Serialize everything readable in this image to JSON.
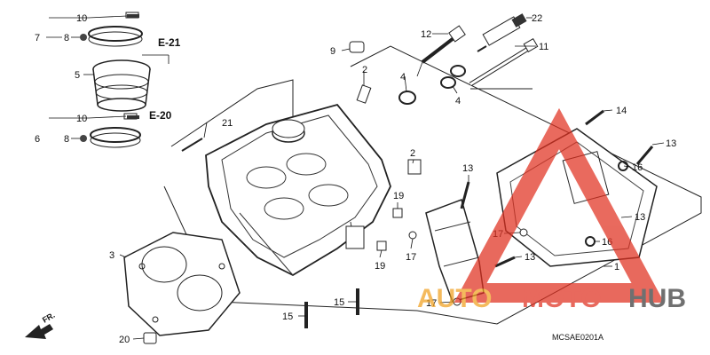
{
  "callouts": {
    "c1": "1",
    "c2a": "2",
    "c2b": "2",
    "c3": "3",
    "c4a": "4",
    "c4b": "4",
    "c5": "5",
    "c6": "6",
    "c7": "7",
    "c8a": "8",
    "c8b": "8",
    "c9": "9",
    "c10a": "10",
    "c10b": "10",
    "c11": "11",
    "c12": "12",
    "c13a": "13",
    "c13b": "13",
    "c13c": "13",
    "c13d": "13",
    "c14": "14",
    "c15a": "15",
    "c15b": "15",
    "c16a": "16",
    "c16b": "16",
    "c17a": "17",
    "c17b": "17",
    "c17c": "17",
    "c19a": "19",
    "c19b": "19",
    "c20": "20",
    "c21": "21",
    "c22": "22"
  },
  "refs": {
    "e21": "E-21",
    "e20": "E-20"
  },
  "diagram_code": "MCSAE0201A",
  "front_label": "FR.",
  "watermark": {
    "auto": "AUTO",
    "moto": "MOTO",
    "hub": "HUB",
    "auto_color": "#f0a020",
    "moto_color": "#e03020",
    "hub_color": "#3a3a3a"
  }
}
